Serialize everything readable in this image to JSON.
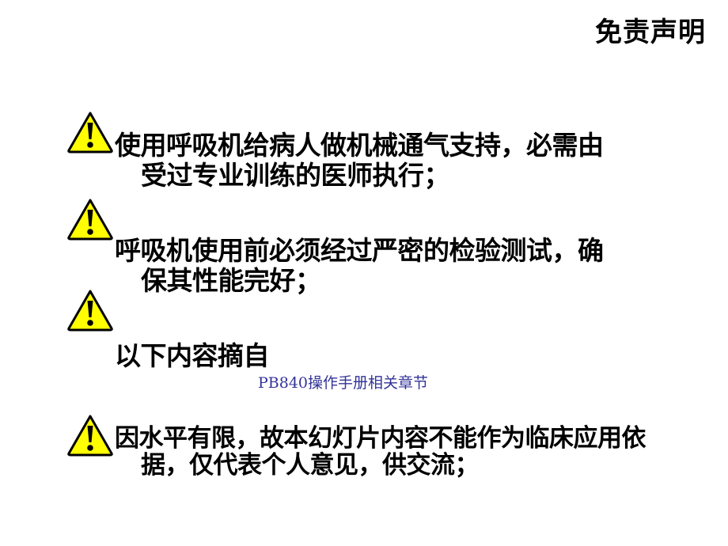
{
  "slide": {
    "title": "免责声明",
    "items": [
      {
        "icon": "warning-icon",
        "line1": "使用呼吸机给病人做机械通气支持，必需由",
        "line2": "受过专业训练的医师执行；"
      },
      {
        "icon": "warning-icon",
        "line1": "呼吸机使用前必须经过严密的检验测试，确",
        "line2": "保其性能完好；"
      },
      {
        "icon": "warning-icon",
        "line1": "以下内容摘自",
        "source": "PB840操作手册相关章节"
      },
      {
        "icon": "warning-icon",
        "line1": "因水平有限，故本幻灯片内容不能作为临床应用依",
        "line2": "据，仅代表个人意见，供交流；"
      }
    ],
    "colors": {
      "warning_fill": "#ffff00",
      "warning_stroke": "#000000",
      "source_text": "#333399",
      "background": "#ffffff"
    }
  }
}
